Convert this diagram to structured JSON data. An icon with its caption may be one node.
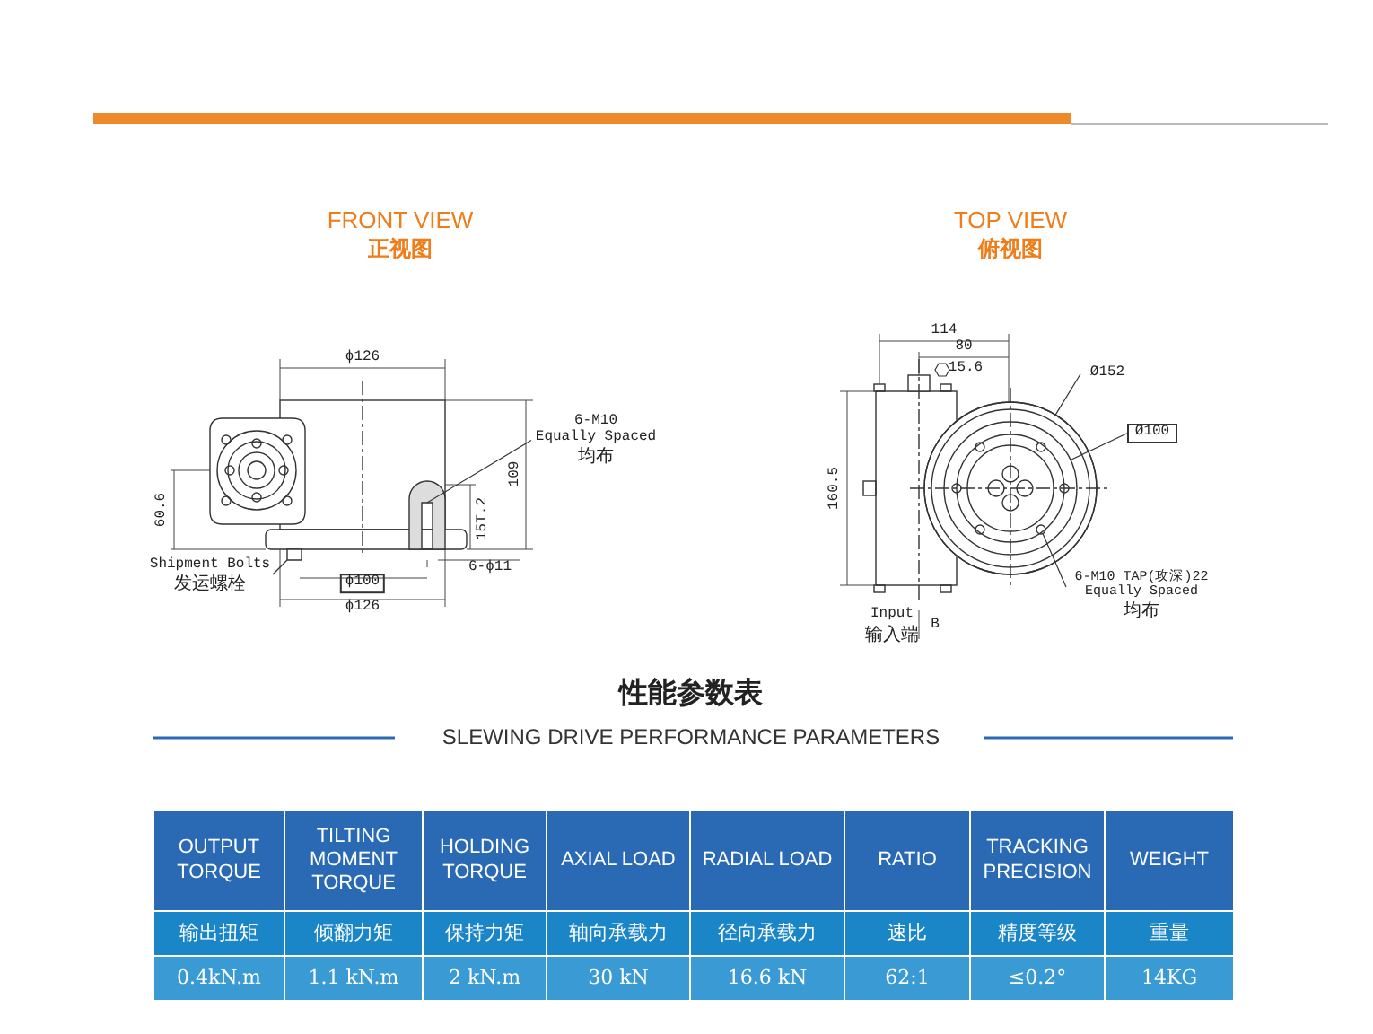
{
  "diagram": {
    "nodes": [
      {
        "text": [
          "6-M10",
          "Equally Spaced",
          "均布"
        ]
      },
      {
        "text": [
          "Shipment Bolts",
          "发运螺栓"
        ]
      },
      {
        "text": [
          "Ø152"
        ]
      },
      {
        "text": [
          "Ø100"
        ]
      },
      {
        "text": [
          "6-M10 TAP(攻深)22 Equally Spaced",
          "均布"
        ]
      },
      {
        "text": [],
        "shape": "box"
      },
      {
        "text": [],
        "shape": "box"
      },
      {
        "text": [],
        "shape": "circle"
      },
      {
        "text": [],
        "shape": "circle",
        "in": 7
      },
      {
        "text": [],
        "shape": "circle",
        "in": 8
      }
    ],
    "edges": [
      {
        "from": 0,
        "to": 5,
        "arrow": "none"
      },
      {
        "from": 1,
        "to": 6,
        "arrow": "none"
      },
      {
        "from": 2,
        "to": 7,
        "arrow": "none"
      },
      {
        "from": 3,
        "to": 8,
        "arrow": "none"
      },
      {
        "from": 4,
        "to": 9,
        "arrow": "none"
      }
    ],
    "labels": [
      "FRONT VIEW",
      "正视图",
      "TOP VIEW",
      "俯视图",
      "ϕ126",
      "109",
      "60.6",
      "ϕ100",
      "6-ϕ11",
      "15T.2",
      "ϕ126",
      "114",
      "80",
      "15.6",
      "160.5",
      "Input",
      "输入端",
      "B",
      "性能参数表",
      "SLEWING DRIVE PERFORMANCE PARAMETERS",
      "OUTPUT TORQUE",
      "TILTING MOMENT TORQUE",
      "HOLDING TORQUE",
      "AXIAL LOAD",
      "RADIAL LOAD",
      "RATIO",
      "TRACKING PRECISION",
      "WEIGHT",
      "输出扭矩",
      "倾翻力矩",
      "保持力矩",
      "轴向承载力",
      "径向承载力",
      "速比",
      "精度等级",
      "重量",
      "0.4kN.m",
      "1.1 kN.m",
      "2 kN.m",
      "30 kN",
      "16.6 kN",
      "62:1",
      "≤0.2°",
      "14KG"
    ]
  }
}
